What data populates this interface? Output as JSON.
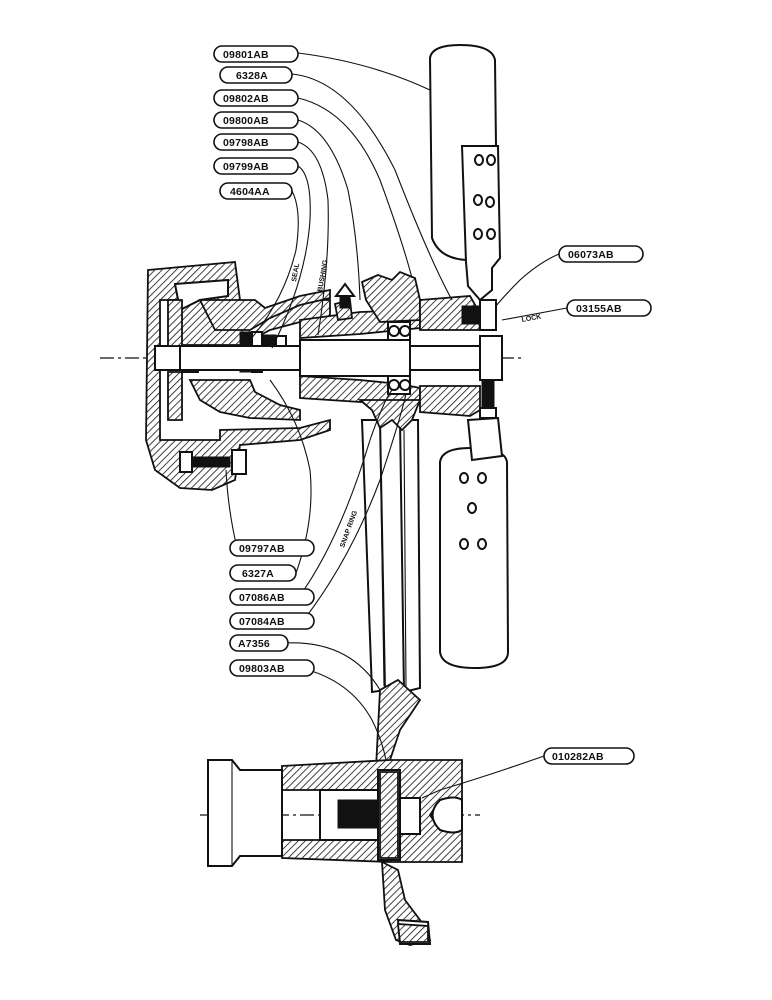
{
  "colors": {
    "ink": "#111111",
    "paper": "#ffffff"
  },
  "labels": {
    "p09801AB": "09801AB",
    "p6328A": "6328A",
    "p09802AB": "09802AB",
    "p09800AB": "09800AB",
    "p09798AB": "09798AB",
    "p09799AB": "09799AB",
    "p4604AA": "4604AA",
    "p06073AB": "06073AB",
    "p03155AB": "03155AB",
    "p09797AB": "09797AB",
    "p6327A": "6327A",
    "p07086AB": "07086AB",
    "p07084AB": "07084AB",
    "pA7356": "A7356",
    "p09803AB": "09803AB",
    "p010282AB": "010282AB"
  },
  "notes": {
    "seal": "SEAL",
    "bushing": "BUSHING",
    "lock": "LOCK",
    "snap_ring": "SNAP RING"
  }
}
